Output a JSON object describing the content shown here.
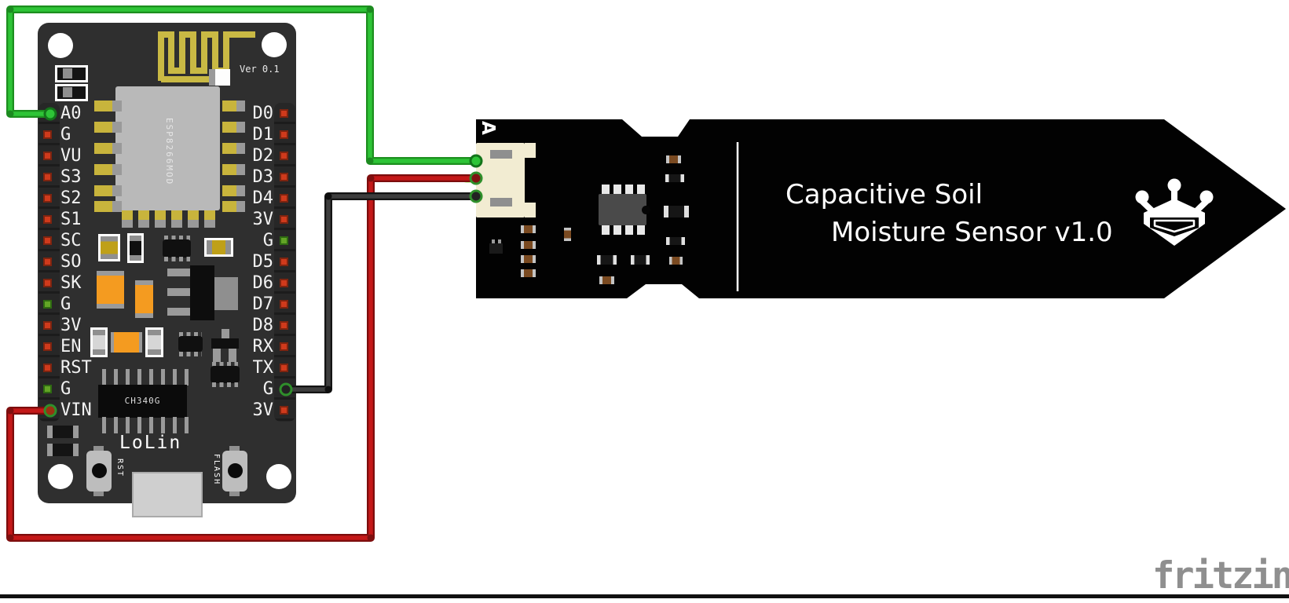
{
  "app": {
    "watermark": "fritzing"
  },
  "colors": {
    "wire_green": "#2ec437",
    "wire_red": "#c41818",
    "wire_black": "#3d3d3d",
    "nodemcu_board": "#2f2f2f",
    "sensor_pcb": "#020202",
    "pad_red": "#cf3a1c",
    "pad_green": "#63a526",
    "antenna_gold": "#c9b944",
    "capacitor_orange": "#f49b20",
    "connector_cream": "#f2ecd2",
    "connection_highlight": "#8ef850"
  },
  "nodemcu": {
    "version_label": "Ver 0.1",
    "module_chip": "ESP8266MOD",
    "usb_chip": "CH340G",
    "brand": "LoLin",
    "buttons": [
      {
        "label": "RST"
      },
      {
        "label": "FLASH"
      }
    ],
    "left_pins": [
      {
        "label": "A0",
        "pad": "wire"
      },
      {
        "label": "G",
        "pad": "red"
      },
      {
        "label": "VU",
        "pad": "red"
      },
      {
        "label": "S3",
        "pad": "red"
      },
      {
        "label": "S2",
        "pad": "red"
      },
      {
        "label": "S1",
        "pad": "red"
      },
      {
        "label": "SC",
        "pad": "red"
      },
      {
        "label": "SO",
        "pad": "red"
      },
      {
        "label": "SK",
        "pad": "red"
      },
      {
        "label": "G",
        "pad": "green"
      },
      {
        "label": "3V",
        "pad": "red"
      },
      {
        "label": "EN",
        "pad": "red"
      },
      {
        "label": "RST",
        "pad": "red"
      },
      {
        "label": "G",
        "pad": "green"
      },
      {
        "label": "VIN",
        "pad": "wire"
      }
    ],
    "right_pins": [
      {
        "label": "D0",
        "pad": "red"
      },
      {
        "label": "D1",
        "pad": "red"
      },
      {
        "label": "D2",
        "pad": "red"
      },
      {
        "label": "D3",
        "pad": "red"
      },
      {
        "label": "D4",
        "pad": "red"
      },
      {
        "label": "3V",
        "pad": "red"
      },
      {
        "label": "G",
        "pad": "green"
      },
      {
        "label": "D5",
        "pad": "red"
      },
      {
        "label": "D6",
        "pad": "red"
      },
      {
        "label": "D7",
        "pad": "red"
      },
      {
        "label": "D8",
        "pad": "red"
      },
      {
        "label": "RX",
        "pad": "red"
      },
      {
        "label": "TX",
        "pad": "red"
      },
      {
        "label": "G",
        "pad": "wire"
      },
      {
        "label": "3V",
        "pad": "red"
      }
    ]
  },
  "sensor": {
    "corner_label": "A",
    "title_line1": "Capacitive Soil",
    "title_line2": "Moisture Sensor v1.0",
    "pins": [
      {
        "label": "A",
        "wire": "green"
      },
      {
        "label": "+",
        "wire": "red"
      },
      {
        "label": "−",
        "wire": "black"
      }
    ]
  },
  "wires": [
    {
      "color_name": "green",
      "hex": "#2ec437",
      "from": "NodeMCU A0",
      "to": "Sensor A"
    },
    {
      "color_name": "red",
      "hex": "#c41818",
      "from": "NodeMCU VIN",
      "to": "Sensor +"
    },
    {
      "color_name": "black",
      "hex": "#3d3d3d",
      "from": "NodeMCU G",
      "to": "Sensor −"
    }
  ]
}
